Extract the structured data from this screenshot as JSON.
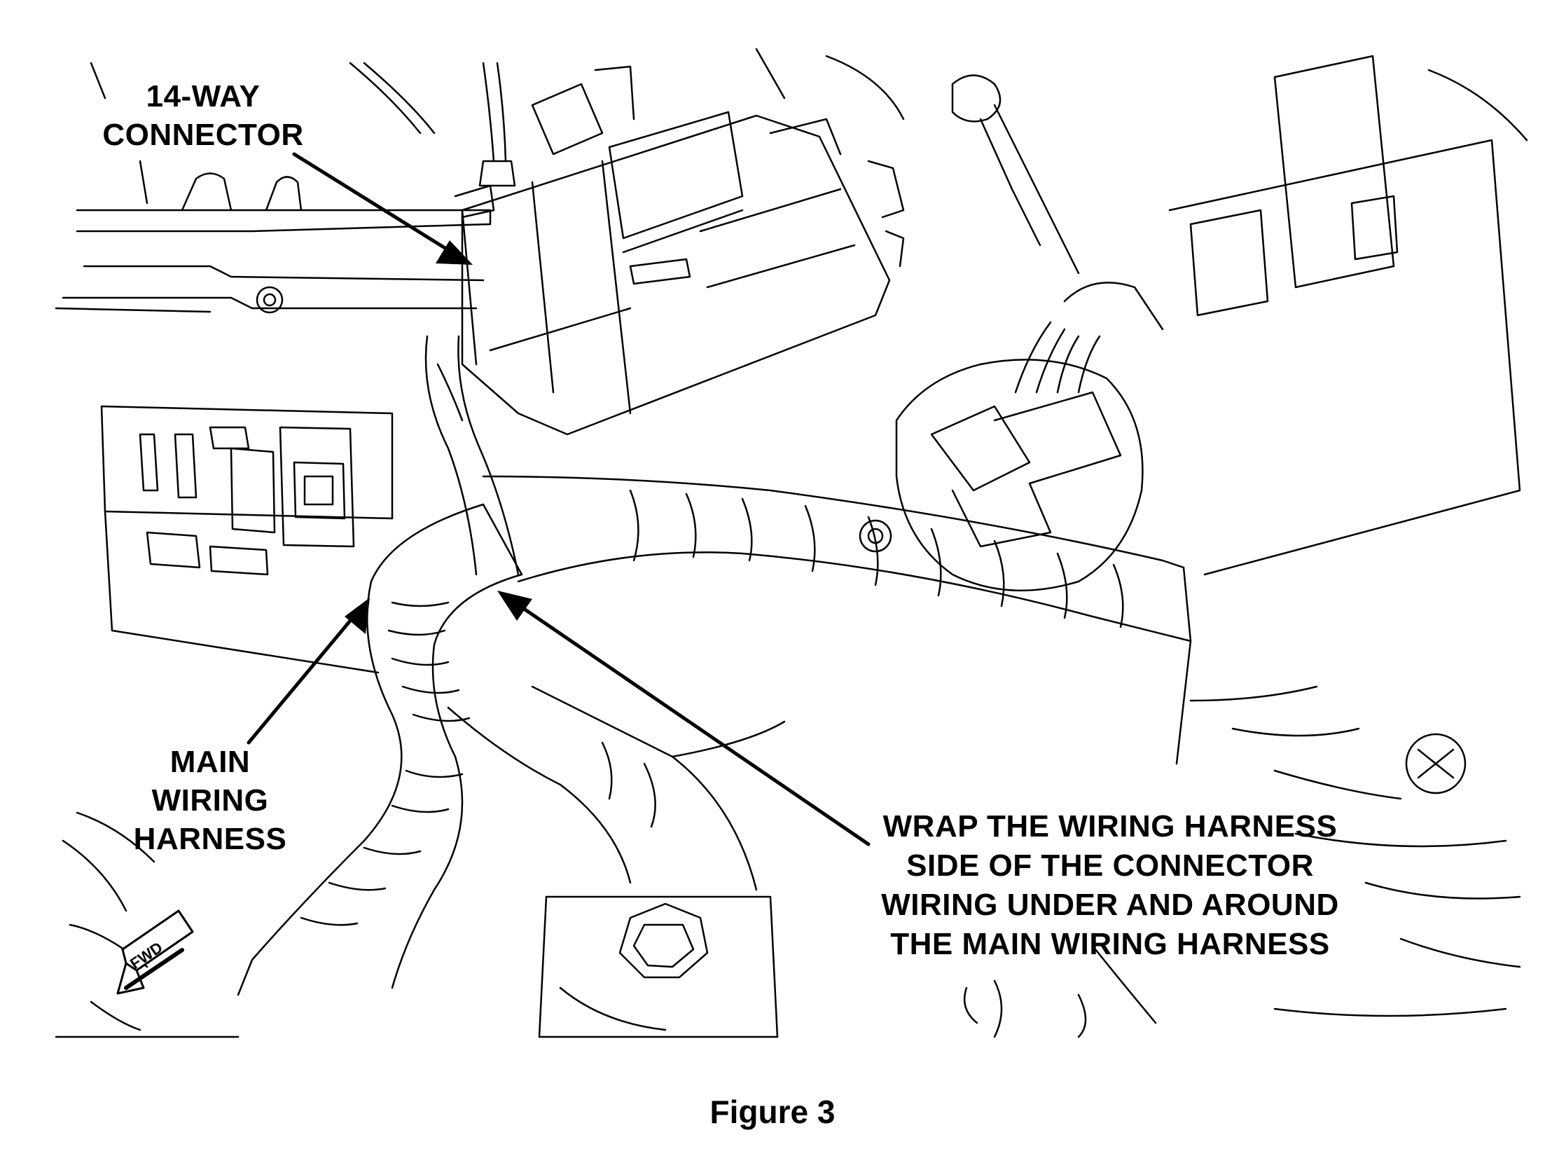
{
  "callouts": {
    "connector": [
      "14-WAY",
      "CONNECTOR"
    ],
    "main_harness": [
      "MAIN",
      "WIRING",
      "HARNESS"
    ],
    "wrap_instruction": [
      "WRAP THE WIRING HARNESS",
      "SIDE OF THE CONNECTOR",
      "WIRING UNDER AND AROUND",
      "THE MAIN WIRING HARNESS"
    ]
  },
  "direction_marker": "FWD",
  "caption": "Figure 3",
  "colors": {
    "ink": "#000000",
    "paper": "#ffffff"
  }
}
